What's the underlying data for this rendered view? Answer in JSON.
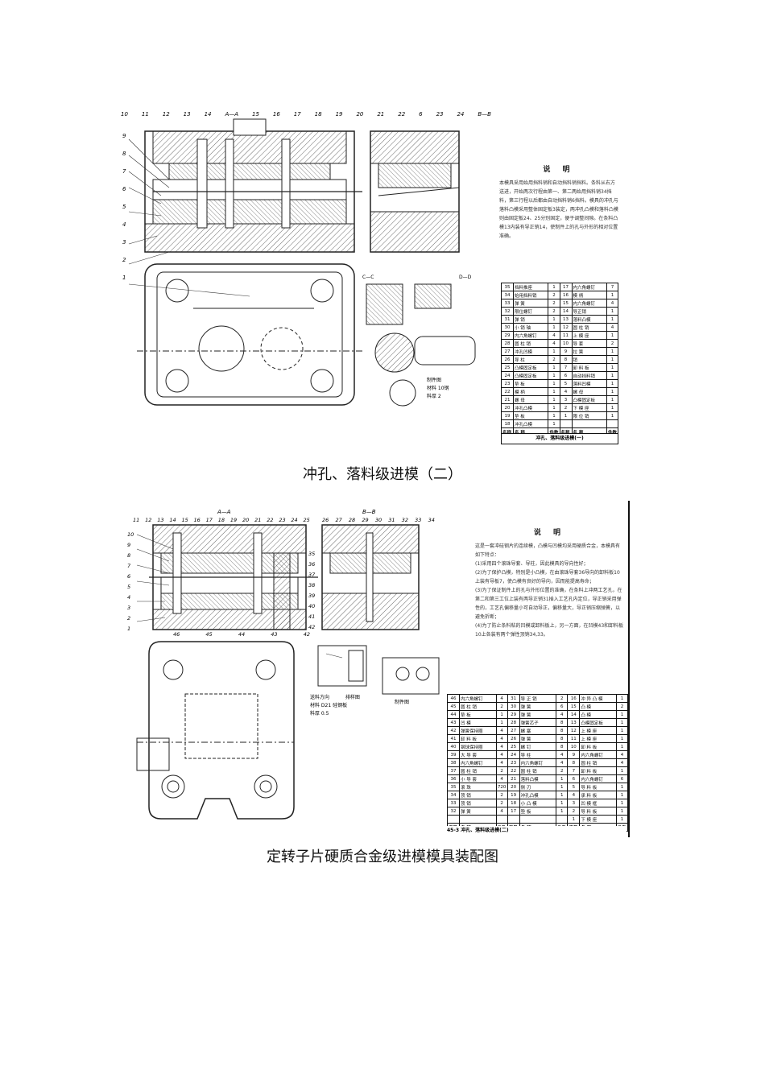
{
  "captions": {
    "first": "冲孔、落料级进模（二）",
    "second": "定转子片硬质合金级进模模具装配图"
  },
  "figure1": {
    "section_aa": "A—A",
    "section_bb": "B—B",
    "section_cc": "C—C",
    "section_dd": "D—D",
    "note_title": "说 明",
    "note_text": "本模具采用始用挡料销和自动挡料销挡料。条料从右方送进，开始两次行程由第一、第二两始用挡料销34挡料，第三行程以后都由自动挡料销6挡料。模具的冲孔与落料凸模采用整体固定板3装定，两冲孔凸模和落料凸模则由固定板24、25分别固定，便于调整间隙。在条料凸模13内装有导正销14，使制件上的孔与外形的相对位置准确。",
    "part_caption": "制件图",
    "material": "材料 10钢",
    "thickness": "料厚 2",
    "table_title": "冲孔、落料级进模(一)",
    "table_header": [
      "名称",
      "名 称",
      "件数",
      "名称",
      "名 称",
      "件数"
    ],
    "parts_left": [
      [
        "35",
        "挡料推座",
        "1"
      ],
      [
        "34",
        "始用挡料销",
        "2"
      ],
      [
        "33",
        "弹 簧",
        "2"
      ],
      [
        "32",
        "限位螺钉",
        "2"
      ],
      [
        "31",
        "弹 销",
        "1"
      ],
      [
        "30",
        "小 销 轴",
        "1"
      ],
      [
        "29",
        "内六角螺钉",
        "4"
      ],
      [
        "28",
        "圆 柱 销",
        "4"
      ],
      [
        "27",
        "冲孔凹模",
        "1"
      ],
      [
        "26",
        "导 柱",
        "2"
      ],
      [
        "25",
        "凸模固定板",
        "1"
      ],
      [
        "24",
        "凸模固定板",
        "1"
      ],
      [
        "23",
        "垫 板",
        "1"
      ],
      [
        "22",
        "模 柄",
        "1"
      ],
      [
        "21",
        "螺 母",
        "1"
      ],
      [
        "20",
        "冲孔凸模",
        "1"
      ],
      [
        "19",
        "垫 板",
        "1"
      ],
      [
        "18",
        "冲孔凸模",
        "1"
      ]
    ],
    "parts_right": [
      [
        "17",
        "内六角螺钉",
        "7"
      ],
      [
        "16",
        "模 柄",
        "1"
      ],
      [
        "15",
        "内六角螺钉",
        "4"
      ],
      [
        "14",
        "导正销",
        "1"
      ],
      [
        "13",
        "落料凸模",
        "1"
      ],
      [
        "12",
        "圆 柱 销",
        "4"
      ],
      [
        "11",
        "上 模 座",
        "1"
      ],
      [
        "10",
        "导 套",
        "2"
      ],
      [
        "9",
        "拉 簧",
        "1"
      ],
      [
        "8",
        "销",
        "1"
      ],
      [
        "7",
        "卸 料 板",
        "1"
      ],
      [
        "6",
        "自动挡料销",
        "1"
      ],
      [
        "5",
        "落料凹模",
        "1"
      ],
      [
        "4",
        "螺 母",
        "1"
      ],
      [
        "3",
        "凸模固定板",
        "1"
      ],
      [
        "2",
        "下 模 座",
        "1"
      ],
      [
        "1",
        "限 位 销",
        "1"
      ]
    ],
    "callouts_top": [
      "10",
      "11",
      "12",
      "13",
      "14",
      "15",
      "16",
      "17",
      "18",
      "19",
      "20",
      "21",
      "22",
      "6",
      "23",
      "24"
    ],
    "callouts_left": [
      "9",
      "8",
      "7",
      "6",
      "5",
      "4",
      "3",
      "2",
      "1"
    ]
  },
  "figure2": {
    "section_aa": "A—A",
    "section_bb": "B—B",
    "note_title": "说 明",
    "note_lines": [
      "这是一套冲硅钢片的连续模，凸模与凹模均采用硬质合金，本模具有如下特点：",
      "(1)采用四个滚珠导套、导柱，因此模具的导向性好；",
      "(2)为了保护凸模，特别是小凸模，在由滚珠导套36导向的卸料板10上装有导板7，使凸模有良好的导向，因而能提高寿命；",
      "(3)为了保证制件上的孔与外形位置的准确，在条料上冲两工艺孔，在第二和第三工位上装有两导正销31插入工艺孔内定位，导正销采用弹性的，工艺孔偏移量小可自动导正，偏移量大，导正销压缩弹簧，以避免折断；",
      "(4)为了防止条料粘的凹模或卸料板上，另一方面，在凹模43和卸料板10上各装有两个弹性顶销34,33。"
    ],
    "feed_label": "送料方向",
    "layout_label": "排样图",
    "part_label": "制件图",
    "material": "材料 D21 硅钢板",
    "thickness": "料厚 0.5",
    "table_title": "45-3 冲孔、落料级进模(二)",
    "table_header": [
      "序号",
      "名 称",
      "件数",
      "序号",
      "名 称",
      "件数",
      "序号",
      "名 称",
      "件数"
    ],
    "parts_col1": [
      [
        "46",
        "内六角螺钉",
        "4"
      ],
      [
        "45",
        "圆 柱 销",
        "2"
      ],
      [
        "44",
        "垫 板",
        "1"
      ],
      [
        "43",
        "凹 模",
        "1"
      ],
      [
        "42",
        "弹簧保持圈",
        "4"
      ],
      [
        "41",
        "卸 料 板",
        "4"
      ],
      [
        "40",
        "钢球保持圈",
        "4"
      ],
      [
        "39",
        "大 导 套",
        "4"
      ],
      [
        "38",
        "内六角螺钉",
        "4"
      ],
      [
        "37",
        "圆 柱 销",
        "2"
      ],
      [
        "36",
        "小 导 套",
        "4"
      ],
      [
        "35",
        "滚 珠",
        "720"
      ],
      [
        "34",
        "顶 销",
        "2"
      ],
      [
        "33",
        "顶 销",
        "2"
      ],
      [
        "32",
        "弹 簧",
        "4"
      ]
    ],
    "parts_col2": [
      [
        "31",
        "导 正 销",
        "2"
      ],
      [
        "30",
        "弹 簧",
        "6"
      ],
      [
        "29",
        "弹 簧",
        "4"
      ],
      [
        "28",
        "弹簧芯子",
        "8"
      ],
      [
        "27",
        "螺 塞",
        "8"
      ],
      [
        "26",
        "弹 簧",
        "8"
      ],
      [
        "25",
        "螺 钉",
        "8"
      ],
      [
        "24",
        "导 柱",
        "4"
      ],
      [
        "23",
        "内六角螺钉",
        "4"
      ],
      [
        "22",
        "圆 柱 销",
        "2"
      ],
      [
        "21",
        "落料凸模",
        "1"
      ],
      [
        "20",
        "侧 刃",
        "1"
      ],
      [
        "19",
        "冲孔凸模",
        "1"
      ],
      [
        "18",
        "小 凸 模",
        "1"
      ],
      [
        "17",
        "垫 板",
        "1"
      ]
    ],
    "parts_col3": [
      [
        "16",
        "冲 异 凸 模",
        "1"
      ],
      [
        "15",
        "凸 模",
        "2"
      ],
      [
        "14",
        "凸 模",
        "1"
      ],
      [
        "13",
        "凸模固定板",
        "1"
      ],
      [
        "12",
        "上 模 座",
        "1"
      ],
      [
        "11",
        "上 模 座",
        "1"
      ],
      [
        "10",
        "卸 料 板",
        "1"
      ],
      [
        "9",
        "内六角螺钉",
        "4"
      ],
      [
        "8",
        "圆 柱 销",
        "4"
      ],
      [
        "7",
        "卸 料 板",
        "1"
      ],
      [
        "6",
        "内六角螺钉",
        "6"
      ],
      [
        "5",
        "导 料 板",
        "1"
      ],
      [
        "4",
        "承 料 板",
        "1"
      ],
      [
        "3",
        "凹 模 框",
        "1"
      ],
      [
        "2",
        "导 料 板",
        "1"
      ],
      [
        "1",
        "下 模 座",
        "1"
      ]
    ],
    "callouts_top": [
      "11",
      "12",
      "13",
      "14",
      "15",
      "16",
      "17",
      "18",
      "19",
      "20",
      "21",
      "22",
      "23",
      "24",
      "25"
    ],
    "callouts_top_right": [
      "26",
      "27",
      "28",
      "29",
      "30",
      "31",
      "32",
      "33",
      "34"
    ],
    "callouts_left": [
      "10",
      "9",
      "8",
      "7",
      "6",
      "5",
      "4",
      "3",
      "2",
      "1"
    ],
    "callouts_right": [
      "35",
      "36",
      "37",
      "38",
      "39",
      "40",
      "41",
      "42"
    ],
    "callouts_bottom": [
      "46",
      "45",
      "44",
      "43",
      "42"
    ]
  }
}
